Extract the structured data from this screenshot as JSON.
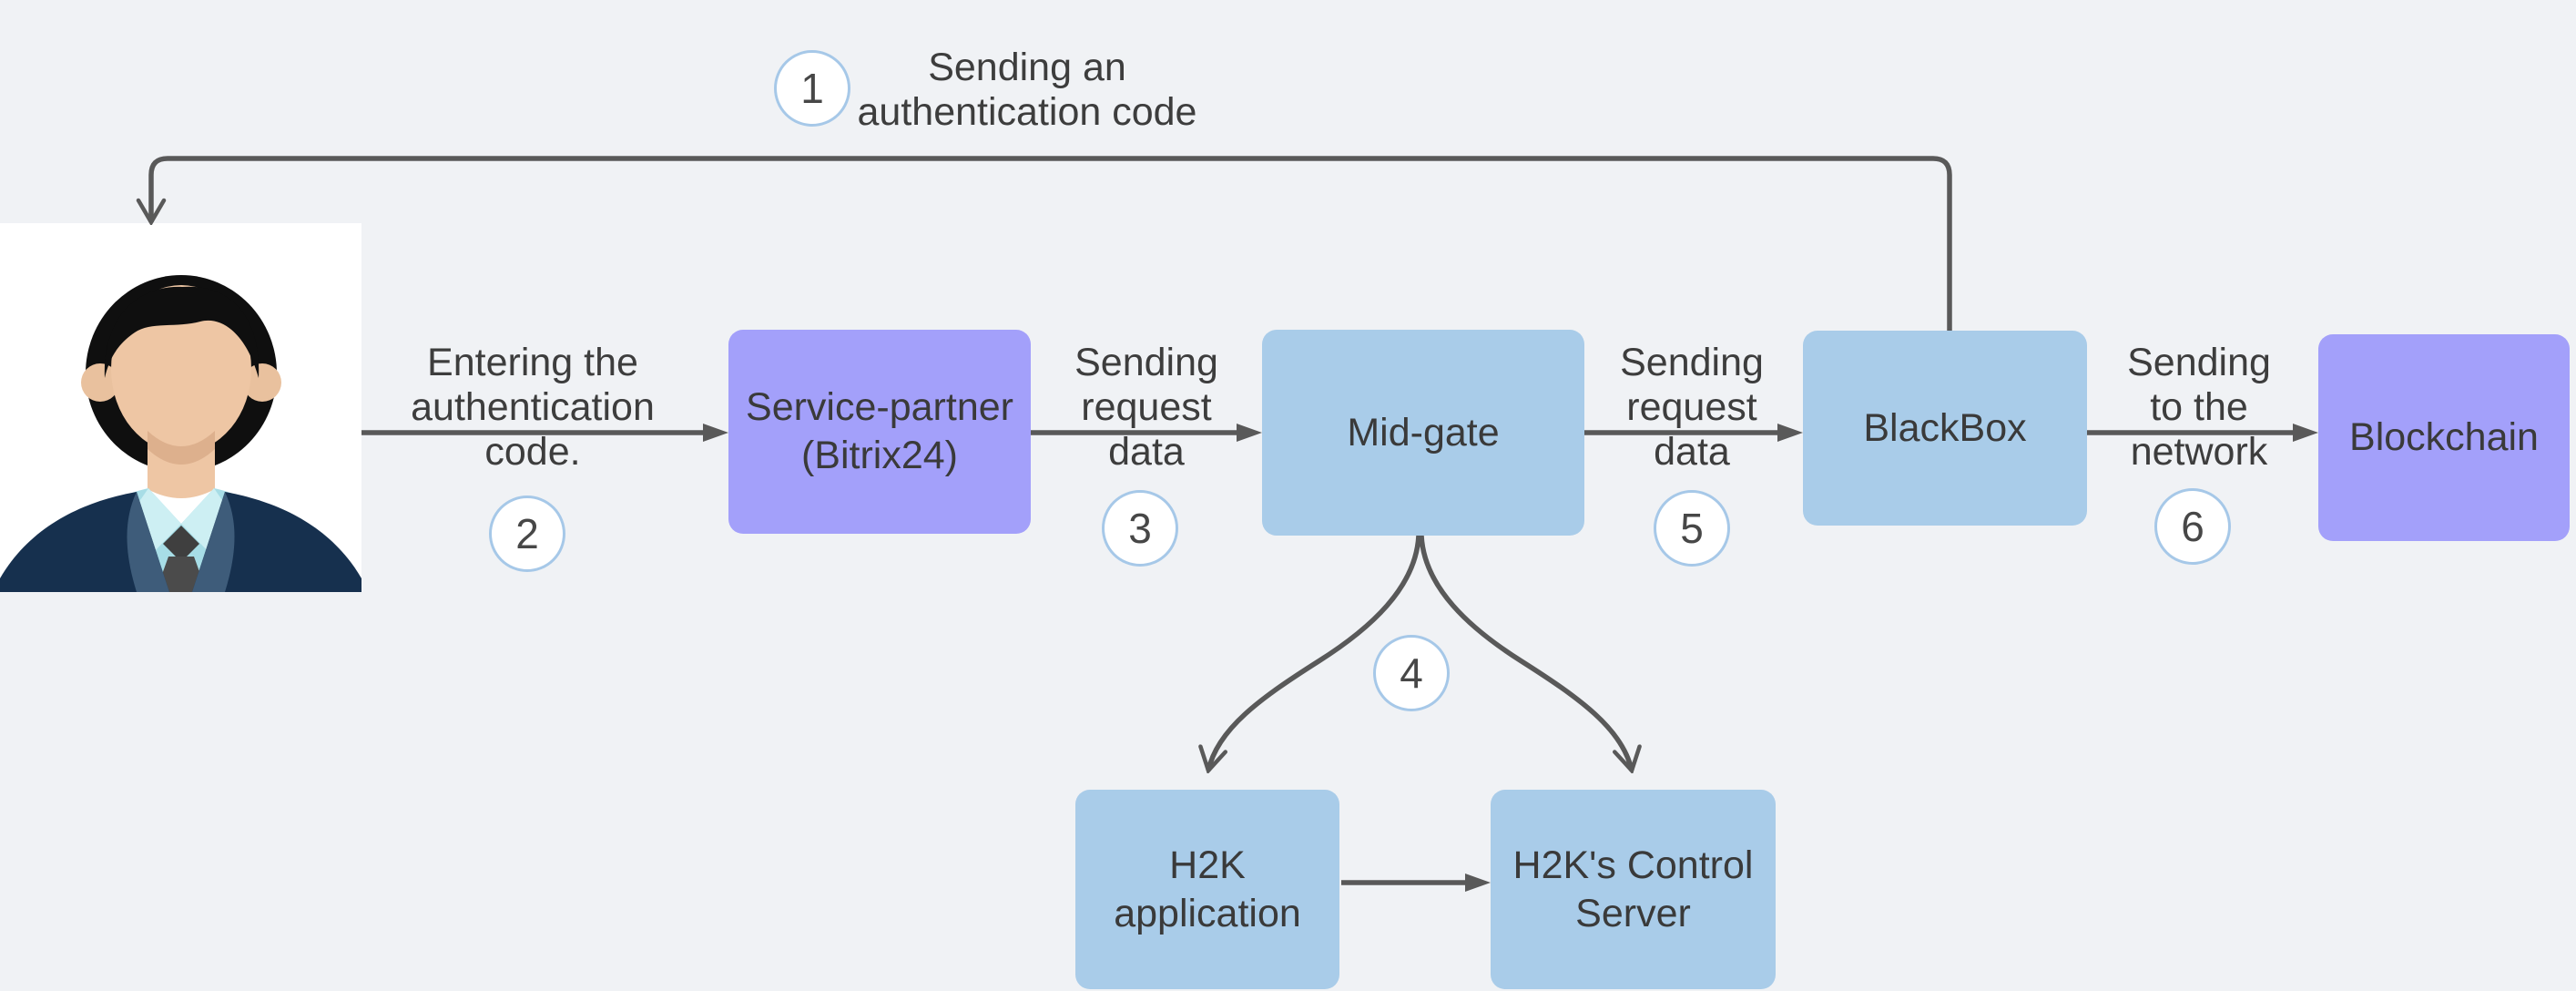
{
  "colors": {
    "background": "#f0f2f5",
    "box_purple": "#a3a0fa",
    "box_blue": "#a9cce9",
    "connector_line": "#595959",
    "label_text": "#3d3d3d",
    "badge_border": "#a6c8e8",
    "badge_fill": "#ffffff"
  },
  "badges": {
    "b1": "1",
    "b2": "2",
    "b3": "3",
    "b4": "4",
    "b5": "5",
    "b6": "6"
  },
  "edge_labels": {
    "step1": [
      "Sending an",
      "authentication code"
    ],
    "step2": [
      "Entering the",
      "authentication",
      "code."
    ],
    "step3": [
      "Sending",
      "request",
      "data"
    ],
    "step5": [
      "Sending",
      "request",
      "data"
    ],
    "step6": [
      "Sending",
      "to the",
      "network"
    ]
  },
  "nodes": {
    "service_partner": [
      "Service-partner",
      "(Bitrix24)"
    ],
    "mid_gate": [
      "Mid-gate"
    ],
    "blackbox": [
      "BlackBox"
    ],
    "blockchain": [
      "Blockchain"
    ],
    "h2k_app": [
      "H2K",
      "application"
    ],
    "h2k_control": [
      "H2K's Control",
      "Server"
    ]
  }
}
